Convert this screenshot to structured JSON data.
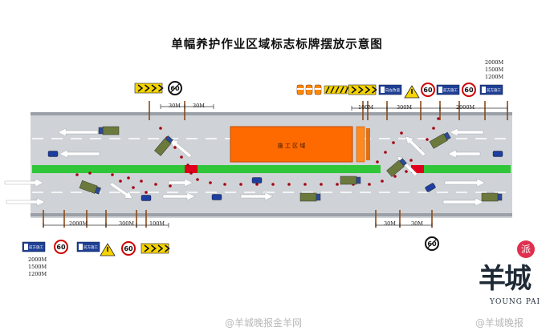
{
  "title": "单幅养护作业区域标志标牌摆放示意图",
  "work_zone_label": "施  工  区  域",
  "speed_sign_value": "60",
  "no_passing_label": "60",
  "ahead_work_sign": "前方施工",
  "lane_close_sign": "向左改道",
  "distances": {
    "top_left_30a": "30M",
    "top_left_30b": "30M",
    "top_right_100": "100M",
    "top_right_300": "300M",
    "top_right_2000": "2000M",
    "bottom_left_2000": "2000M",
    "bottom_left_300": "300M",
    "bottom_left_100": "100M",
    "bottom_right_30a": "30M",
    "bottom_right_30b": "30M"
  },
  "distance_stack_top": [
    "2000M",
    "1500M",
    "1200M"
  ],
  "distance_stack_bottom": [
    "2000M",
    "1500M",
    "1200M"
  ],
  "watermarks": {
    "left": "@羊城晚报金羊网",
    "right": "@羊城晚报"
  },
  "brand": {
    "main": "羊城",
    "badge": "派",
    "sub": "YOUNG PAI"
  },
  "colors": {
    "road": "#c8ccd0",
    "median": "#2fc63a",
    "work_zone": "#ff6a00",
    "cone_red": "#b40000",
    "arrow": "#ffffff"
  }
}
